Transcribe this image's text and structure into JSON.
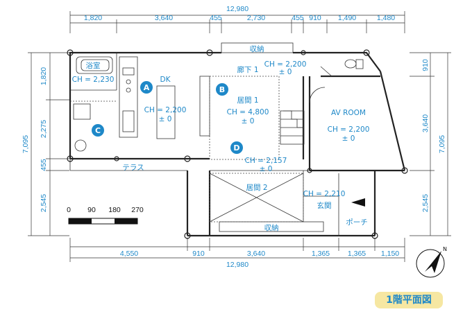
{
  "top_dims": {
    "total": "12,980",
    "segments": [
      "1,820",
      "3,640",
      "455",
      "2,730",
      "455",
      "910",
      "1,490",
      "1,480"
    ]
  },
  "bottom_dims": {
    "total": "12,980",
    "segments": [
      "4,550",
      "910",
      "3,640",
      "1,365",
      "1,365",
      "1,150"
    ]
  },
  "left_dims": {
    "total": "7,095",
    "segments": [
      "1,820",
      "2,275",
      "455",
      "2,545"
    ]
  },
  "right_dims": {
    "total": "7,095",
    "segments": [
      "910",
      "3,640",
      "2,545"
    ]
  },
  "rooms": {
    "bath": "浴室",
    "bath_ch": "CH = 2,230",
    "dk": "DK",
    "dk_ch": "CH = 2,200",
    "dk_pm": "± 0",
    "storage_top": "収納",
    "hall": "廊下 1",
    "hall_ch": "CH = 2,200",
    "hall_pm": "± 0",
    "living1": "居間 1",
    "living1_ch": "CH = 4,800",
    "living1_pm": "± 0",
    "av_room": "AV ROOM",
    "av_ch": "CH = 2,200",
    "av_pm": "± 0",
    "terrace": "テラス",
    "d_ch": "CH = 2,157",
    "d_pm": "± 0",
    "living2": "居間 2",
    "entrance_ch": "CH = 2,210",
    "entrance": "玄関",
    "porch": "ポーチ",
    "storage_bottom": "収納"
  },
  "markers": [
    "A",
    "B",
    "C",
    "D"
  ],
  "scale_labels": [
    "0",
    "90",
    "180",
    "270"
  ],
  "title_badge": "1階平面図",
  "north_icon": "north-arrow-icon",
  "colors": {
    "label": "#1e88c8",
    "badge": "#f6e7a2"
  }
}
